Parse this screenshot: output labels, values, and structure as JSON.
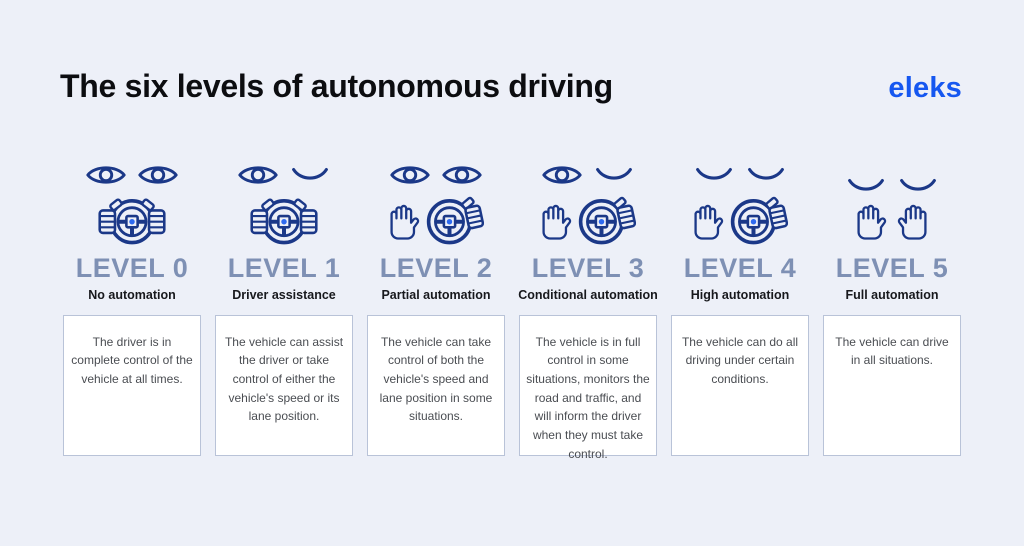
{
  "page": {
    "background": "#edf0f8"
  },
  "header": {
    "title": "The six levels of autonomous driving",
    "logo": "eleks"
  },
  "colors": {
    "icon_navy": "#1b3888",
    "hub_dot": "#2e6af0",
    "level_label": "#7e90b4",
    "logo_blue": "#1657f0",
    "title_text": "#0c0d10",
    "subtitle_text": "#17181c",
    "card_border": "#b9c3d8",
    "card_text": "#4a4d52"
  },
  "levels": [
    {
      "name": "LEVEL 0",
      "subtitle": "No automation",
      "description": "The driver is in complete control of the vehicle at all times.",
      "icons": {
        "eyes": [
          "eye-open",
          "eye-open"
        ],
        "control": [
          "steering-wheel-two-hands"
        ]
      }
    },
    {
      "name": "LEVEL 1",
      "subtitle": "Driver assistance",
      "description": "The vehicle can assist the driver or take control of either the vehicle's speed or its lane position.",
      "icons": {
        "eyes": [
          "eye-open",
          "eye-closed"
        ],
        "control": [
          "steering-wheel-two-hands"
        ]
      }
    },
    {
      "name": "LEVEL 2",
      "subtitle": "Partial automation",
      "description": "The vehicle can take control of both the vehicle's speed and lane position in some situations.",
      "icons": {
        "eyes": [
          "eye-open",
          "eye-open"
        ],
        "control": [
          "palm",
          "steering-wheel-one-hand"
        ]
      }
    },
    {
      "name": "LEVEL 3",
      "subtitle": "Conditional automation",
      "description": "The vehicle is in full control in some situations, monitors the road and traffic, and will inform the driver when they must take control.",
      "icons": {
        "eyes": [
          "eye-open",
          "eye-closed"
        ],
        "control": [
          "palm",
          "steering-wheel-one-hand"
        ]
      }
    },
    {
      "name": "LEVEL 4",
      "subtitle": "High automation",
      "description": "The vehicle can do all driving under certain conditions.",
      "icons": {
        "eyes": [
          "eye-closed",
          "eye-closed"
        ],
        "control": [
          "palm",
          "steering-wheel-one-hand"
        ]
      }
    },
    {
      "name": "LEVEL 5",
      "subtitle": "Full automation",
      "description": "The vehicle can drive in all situations.",
      "icons": {
        "eyes": [
          "eye-closed",
          "eye-closed"
        ],
        "control": [
          "palm",
          "palm-mirrored"
        ]
      }
    }
  ]
}
